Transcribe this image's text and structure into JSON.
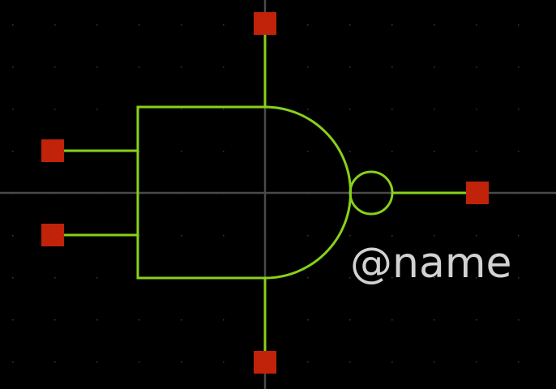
{
  "symbol": {
    "type": "nand-gate",
    "name_label": "@name",
    "pin_count": 5
  },
  "colors": {
    "background": "#000000",
    "grid_dot": "#3a3a3a",
    "axis": "#4a4a4a",
    "body": "#88d11a",
    "pin": "#c0220a",
    "label": "#d2d2d2"
  }
}
